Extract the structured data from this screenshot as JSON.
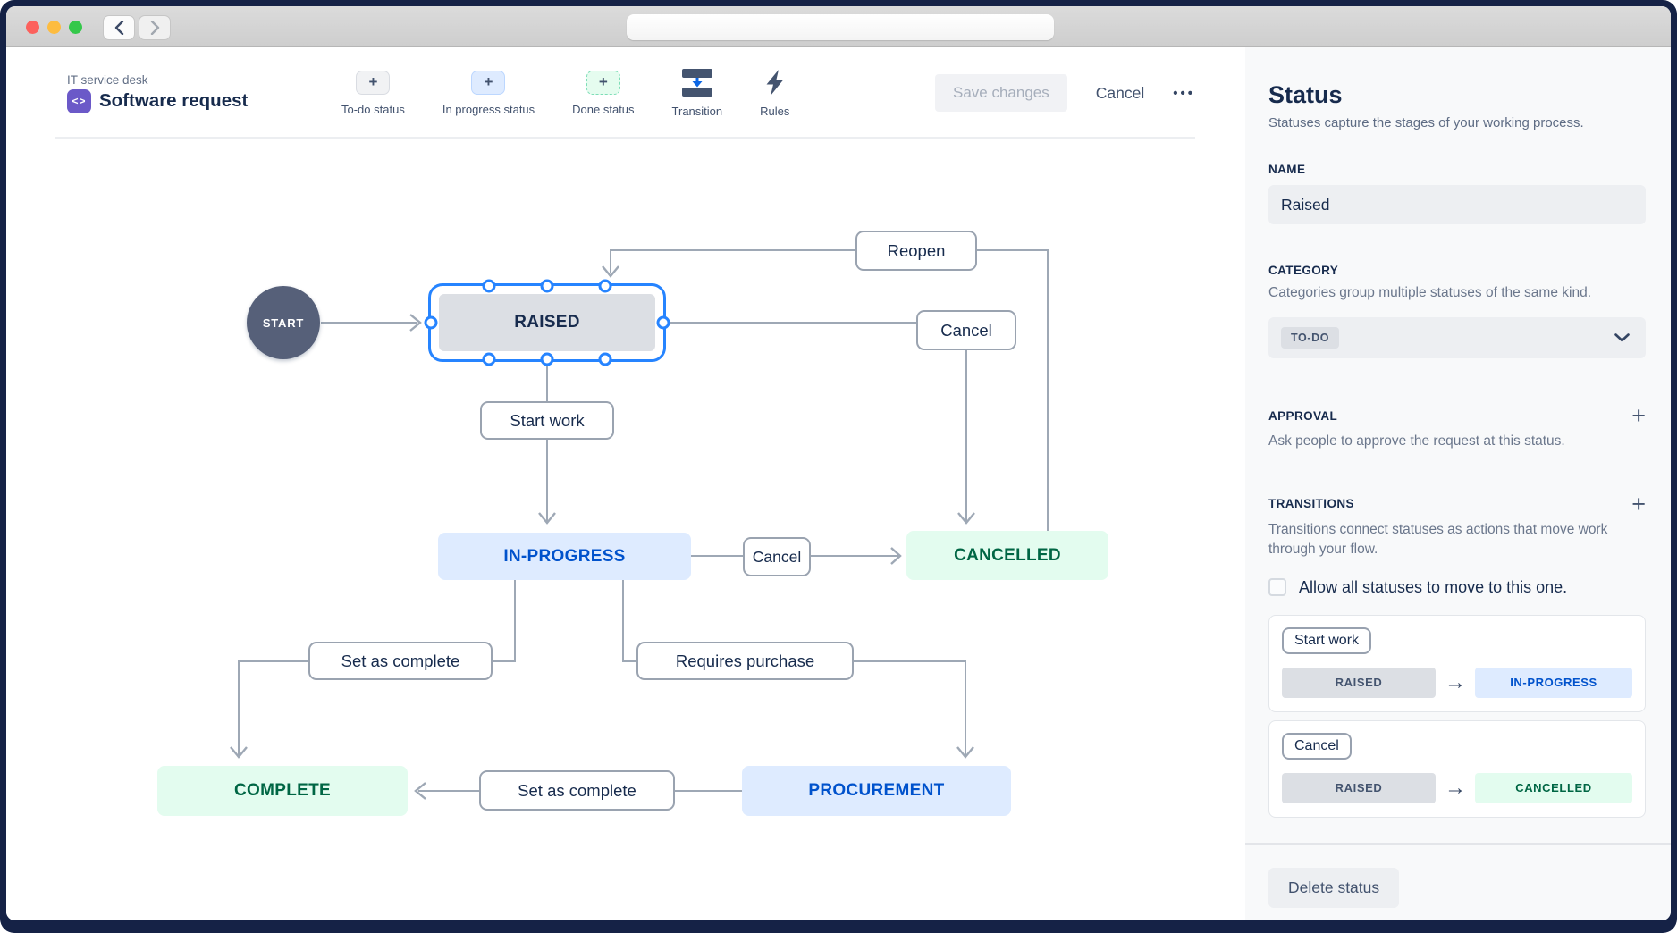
{
  "window": {
    "traffic_lights": [
      "close",
      "minimize",
      "zoom"
    ],
    "url_value": ""
  },
  "header": {
    "project_label": "IT service desk",
    "project_name": "Software request",
    "app_icon_glyph": "<>",
    "toolbar": [
      {
        "label": "To-do status",
        "icon": "plus-box-gray",
        "glyph": "+"
      },
      {
        "label": "In progress status",
        "icon": "plus-box-blue",
        "glyph": "+"
      },
      {
        "label": "Done status",
        "icon": "plus-box-green",
        "glyph": "+"
      },
      {
        "label": "Transition",
        "icon": "transition-icon"
      },
      {
        "label": "Rules",
        "icon": "lightning-icon"
      }
    ],
    "save_label": "Save changes",
    "cancel_label": "Cancel",
    "more_glyph": "•••"
  },
  "diagram": {
    "start_label": "START",
    "statuses": [
      {
        "id": "raised",
        "label": "RAISED",
        "category": "to-do",
        "selected": true
      },
      {
        "id": "in-progress",
        "label": "IN-PROGRESS",
        "category": "in-progress"
      },
      {
        "id": "cancelled",
        "label": "CANCELLED",
        "category": "done"
      },
      {
        "id": "complete",
        "label": "COMPLETE",
        "category": "done"
      },
      {
        "id": "procurement",
        "label": "PROCUREMENT",
        "category": "in-progress"
      }
    ],
    "transitions": [
      {
        "label": "Reopen",
        "from": "CANCELLED",
        "to": "RAISED"
      },
      {
        "label": "Cancel",
        "from": "RAISED",
        "to": "CANCELLED"
      },
      {
        "label": "Start work",
        "from": "RAISED",
        "to": "IN-PROGRESS"
      },
      {
        "label": "Cancel",
        "from": "IN-PROGRESS",
        "to": "CANCELLED"
      },
      {
        "label": "Set as complete",
        "from": "IN-PROGRESS",
        "to": "COMPLETE"
      },
      {
        "label": "Requires purchase",
        "from": "IN-PROGRESS",
        "to": "PROCUREMENT"
      },
      {
        "label": "Set as complete",
        "from": "PROCUREMENT",
        "to": "COMPLETE"
      }
    ]
  },
  "panel": {
    "title": "Status",
    "subtitle": "Statuses capture the stages of your working process.",
    "name_label": "NAME",
    "name_value": "Raised",
    "category_label": "CATEGORY",
    "category_help": "Categories group multiple statuses of the same kind.",
    "category_value": "TO-DO",
    "approval_label": "APPROVAL",
    "approval_help": "Ask people to approve the request at this status.",
    "add_glyph": "+",
    "transitions_label": "TRANSITIONS",
    "transitions_help": "Transitions connect statuses as actions that move work through your flow.",
    "allow_all_label": "Allow all statuses to move to this one.",
    "arrow_glyph": "→",
    "transition_cards": [
      {
        "name": "Start work",
        "from": "RAISED",
        "to": "IN-PROGRESS",
        "to_category": "in-progress"
      },
      {
        "name": "Cancel",
        "from": "RAISED",
        "to": "CANCELLED",
        "to_category": "done"
      }
    ],
    "delete_label": "Delete status"
  },
  "colors": {
    "selection_blue": "#2684ff",
    "todo_gray_bg": "#dcdfe4",
    "inprogress_blue_bg": "#deebff",
    "inprogress_blue_text": "#0052cc",
    "done_green_bg": "#e3fcef",
    "done_green_text": "#006644",
    "start_node": "#566079",
    "wire_gray": "#9ea8b5",
    "frame_navy": "#152246",
    "app_icon_purple": "#6b59c8"
  }
}
